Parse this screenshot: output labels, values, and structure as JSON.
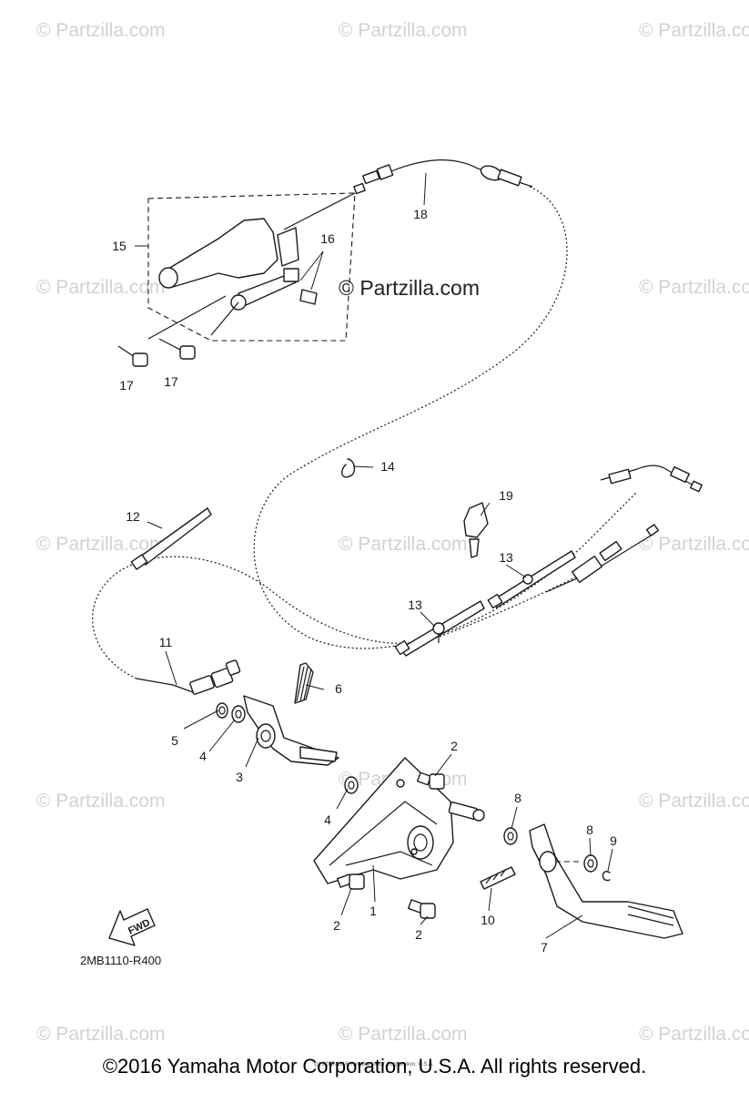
{
  "watermark": "© Partzilla.com",
  "center_watermark": "© Partzilla.com",
  "diagram_code": "2MB1110-R400",
  "fwd_label": "FWD",
  "footer": "©2016 Yamaha Motor Corporation, U.S.A. All rights reserved.",
  "tiny_footer": "(c) 2005-2016 Yamaha Motor Corporation, U.S.A.",
  "callouts": [
    "1",
    "2",
    "2",
    "2",
    "3",
    "4",
    "4",
    "5",
    "6",
    "7",
    "8",
    "8",
    "9",
    "10",
    "11",
    "12",
    "13",
    "13",
    "14",
    "15",
    "16",
    "17",
    "17",
    "18",
    "19"
  ]
}
